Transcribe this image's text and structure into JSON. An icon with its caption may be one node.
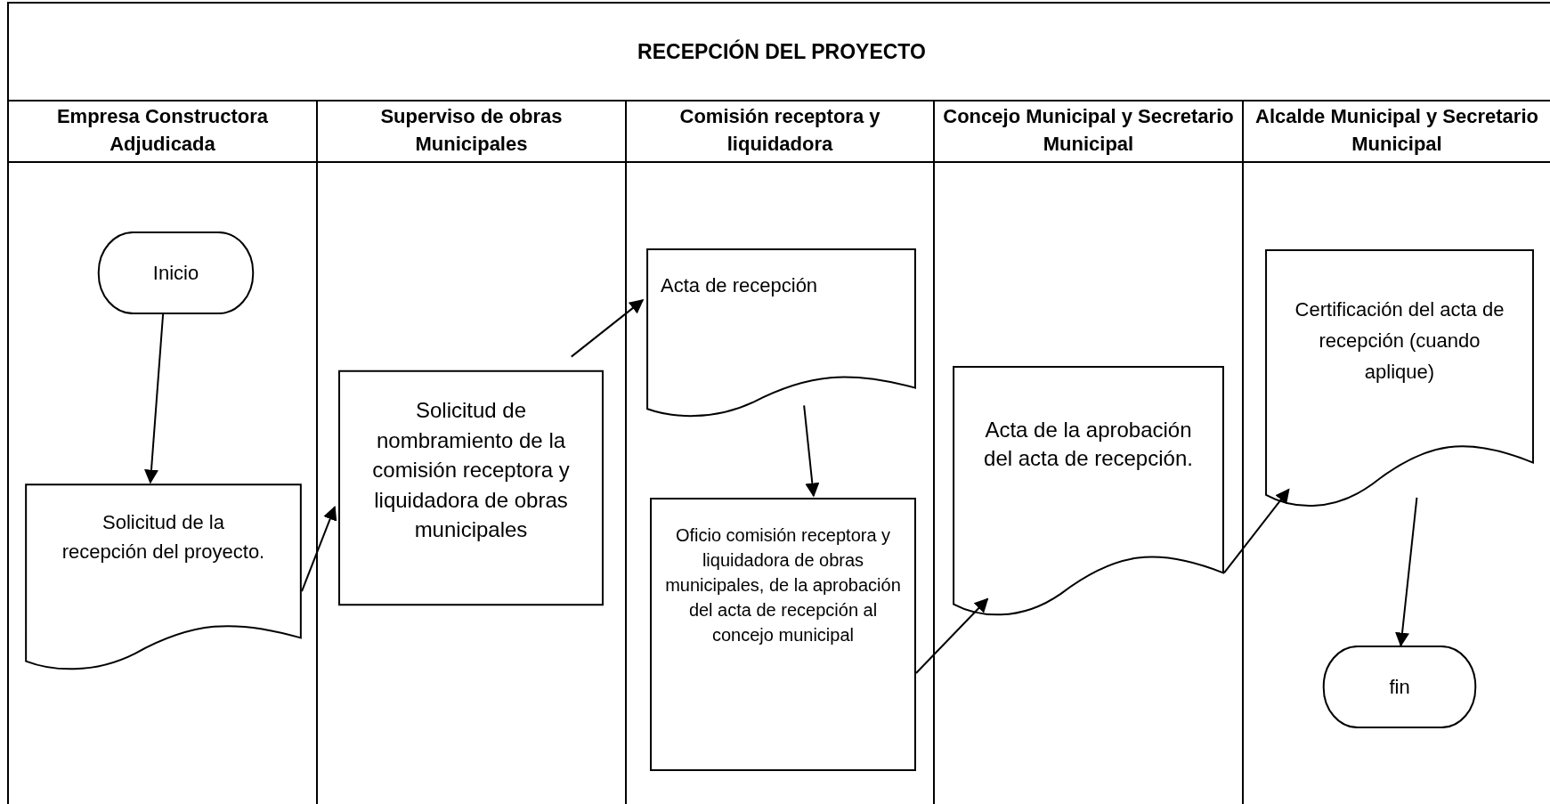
{
  "diagram": {
    "title": "RECEPCIÓN DEL PROYECTO",
    "nodes": [
      {
        "text": [
          "Empresa Constructora Adjudicada"
        ]
      },
      {
        "text": [
          "Superviso de obras Municipales"
        ]
      },
      {
        "text": [
          "Comisión receptora y liquidadora"
        ]
      },
      {
        "text": [
          "Concejo Municipal y Secretario Municipal"
        ]
      },
      {
        "text": [
          "Alcalde Municipal y Secretario Municipal"
        ]
      },
      {
        "text": [
          "Inicio"
        ],
        "in": 0
      },
      {
        "text": [
          "Solicitud de la recepción del proyecto."
        ],
        "in": 0
      },
      {
        "text": [
          "Solicitud de nombramiento de la comisión receptora y liquidadora de obras municipales"
        ],
        "in": 1
      },
      {
        "text": [
          "Acta de recepción"
        ],
        "in": 2
      },
      {
        "text": [
          "Oficio comisión receptora y liquidadora de obras municipales, de la aprobación del acta de recepción al concejo municipal"
        ],
        "in": 2
      },
      {
        "text": [
          "Acta de la aprobación del acta de recepción."
        ],
        "in": 3
      },
      {
        "text": [
          "Certificación del acta de recepción (cuando aplique)"
        ],
        "in": 4
      },
      {
        "text": [
          "fin"
        ],
        "in": 4
      }
    ],
    "edges": [
      {
        "from": 5,
        "to": 6,
        "arrow": "to"
      },
      {
        "from": 6,
        "to": 7,
        "arrow": "to"
      },
      {
        "from": 7,
        "to": 8,
        "arrow": "to"
      },
      {
        "from": 8,
        "to": 9,
        "arrow": "to"
      },
      {
        "from": 9,
        "to": 10,
        "arrow": "to"
      },
      {
        "from": 10,
        "to": 11,
        "arrow": "to"
      },
      {
        "from": 11,
        "to": 12,
        "arrow": "to"
      }
    ]
  }
}
